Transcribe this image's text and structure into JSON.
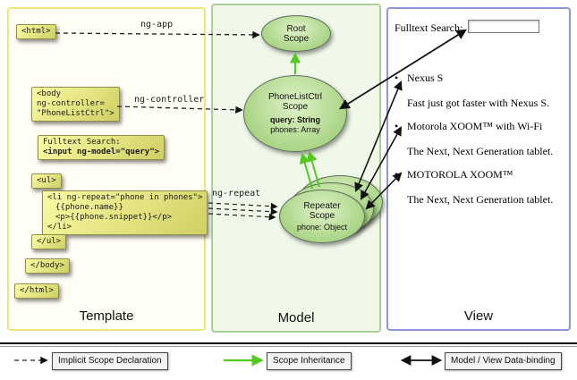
{
  "template_panel": {
    "label": "Template",
    "blocks": {
      "html_open": {
        "l1": "<html>"
      },
      "body_open": {
        "l1": "<body",
        "l2": "ng-controller=",
        "l3": "\"PhoneListCtrl\">"
      },
      "fulltext": {
        "l1": "Fulltext Search:",
        "l2": "<input ng-model=\"query\">"
      },
      "ul_open": {
        "l1": "<ul>"
      },
      "li_repeat": {
        "l1": "<li ng-repeat=\"phone in phones\">",
        "l2": "{{phone.name}}",
        "l3": "<p>{{phone.snippet}}</p>",
        "l4": "</li>"
      },
      "ul_close": {
        "l1": "</ul>"
      },
      "body_close": {
        "l1": "</body>"
      },
      "html_close": {
        "l1": "</html>"
      }
    }
  },
  "model_panel": {
    "label": "Model",
    "root_scope": {
      "title": "Root Scope"
    },
    "phonelist_scope": {
      "title": "PhoneListCtrl Scope",
      "prop_query": "query: String",
      "prop_phones": "phones: Array"
    },
    "repeater_scope": {
      "title": "Repeater Scope",
      "prop_phone": "phone: Object"
    }
  },
  "view_panel": {
    "label": "View",
    "search_label": "Fulltext Search:",
    "search_value": "",
    "items": [
      {
        "title": "Nexus S",
        "desc": "Fast just got faster with Nexus S."
      },
      {
        "title": "Motorola XOOM™ with Wi-Fi",
        "desc": "The Next, Next Generation tablet."
      },
      {
        "title": "MOTOROLA XOOM™",
        "desc": "The Next, Next Generation tablet."
      }
    ]
  },
  "arrow_labels": {
    "ng_app": "ng-app",
    "ng_controller": "ng-controller",
    "ng_repeat": "ng-repeat"
  },
  "legend": {
    "implicit": "Implicit Scope Declaration",
    "inheritance": "Scope Inheritance",
    "databinding": "Model / View Data-binding"
  },
  "colors": {
    "code_box_light": "#fbfba5",
    "code_box_dark": "#cfcf63",
    "scope_light": "#dff2c8",
    "scope_fill": "#a9d485",
    "green_arrow": "#54c81e",
    "template_border": "#ece777",
    "model_border": "#a9cf97",
    "view_border": "#8e96d6"
  }
}
